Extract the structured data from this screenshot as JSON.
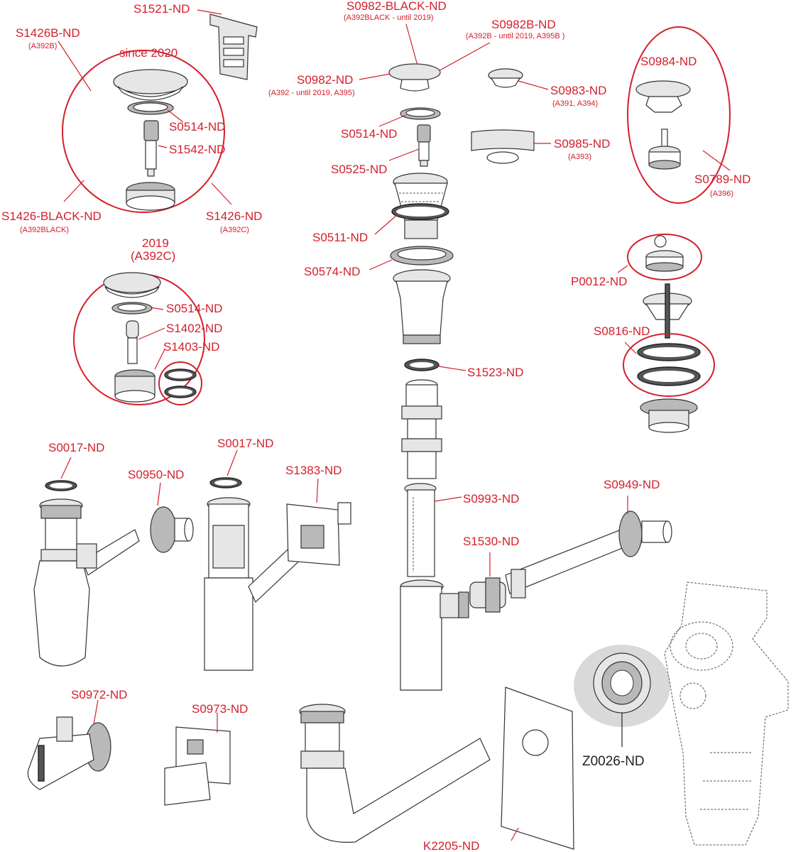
{
  "labels": {
    "s1521": "S1521-ND",
    "s1426b": "S1426B-ND",
    "s1426b_sub": "(A392B)",
    "since2020": "since 2020",
    "s0514_a": "S0514-ND",
    "s1542": "S1542-ND",
    "s1426black": "S1426-BLACK-ND",
    "s1426black_sub": "(A392BLACK)",
    "s1426": "S1426-ND",
    "s1426_sub": "(A392C)",
    "y2019": "2019",
    "y2019_sub": "(A392C)",
    "s0514_b": "S0514-ND",
    "s1402": "S1402-ND",
    "s1403": "S1403-ND",
    "s0982black": "S0982-BLACK-ND",
    "s0982black_sub": "(A392BLACK - until 2019)",
    "s0982b": "S0982B-ND",
    "s0982b_sub": "(A392B - until 2019, A395B )",
    "s0982": "S0982-ND",
    "s0982_sub": "(A392 - until 2019, A395)",
    "s0983": "S0983-ND",
    "s0983_sub": "(A391, A394)",
    "s0514_c": "S0514-ND",
    "s0985": "S0985-ND",
    "s0985_sub": "(A393)",
    "s0525": "S0525-ND",
    "s0984": "S0984-ND",
    "s0789": "S0789-ND",
    "s0789_sub": "(A396)",
    "s0511": "S0511-ND",
    "s0574": "S0574-ND",
    "p0012": "P0012-ND",
    "s0816": "S0816-ND",
    "s1523": "S1523-ND",
    "s0017_a": "S0017-ND",
    "s0950": "S0950-ND",
    "s0017_b": "S0017-ND",
    "s1383": "S1383-ND",
    "s0993": "S0993-ND",
    "s0949": "S0949-ND",
    "s1530": "S1530-ND",
    "s0972": "S0972-ND",
    "s0973": "S0973-ND",
    "z0026": "Z0026-ND",
    "k2205": "K2205-ND"
  },
  "colors": {
    "accent": "#d4202c",
    "line": "#333333",
    "highlight": "#d9d9d9"
  }
}
